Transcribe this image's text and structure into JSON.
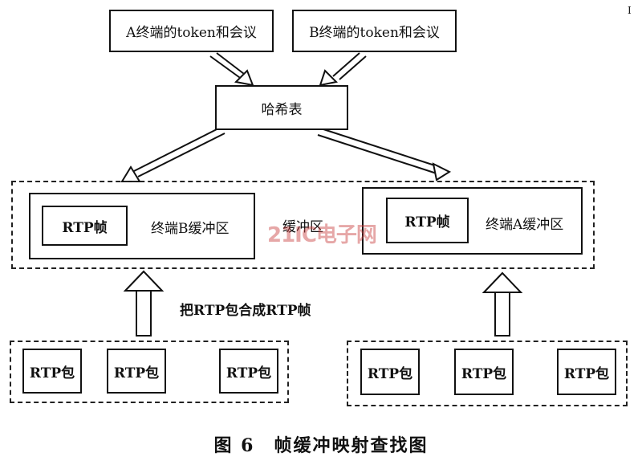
{
  "top": {
    "a_token": "A终端的token和会议",
    "b_token": "B终端的token和会议",
    "hash_table": "哈希表"
  },
  "buffer": {
    "center_label": "缓冲区",
    "b": {
      "frame": "RTP帧",
      "label": "终端B缓冲区"
    },
    "a": {
      "frame": "RTP帧",
      "label": "终端A缓冲区"
    }
  },
  "assemble_label": "把RTP包合成RTP帧",
  "packets": {
    "left": [
      "RTP包",
      "RTP包",
      "RTP包"
    ],
    "right": [
      "RTP包",
      "RTP包",
      "RTP包"
    ]
  },
  "caption": "图 6　帧缓冲映射查找图",
  "watermark": "21IC电子网",
  "corner_mark": "I"
}
